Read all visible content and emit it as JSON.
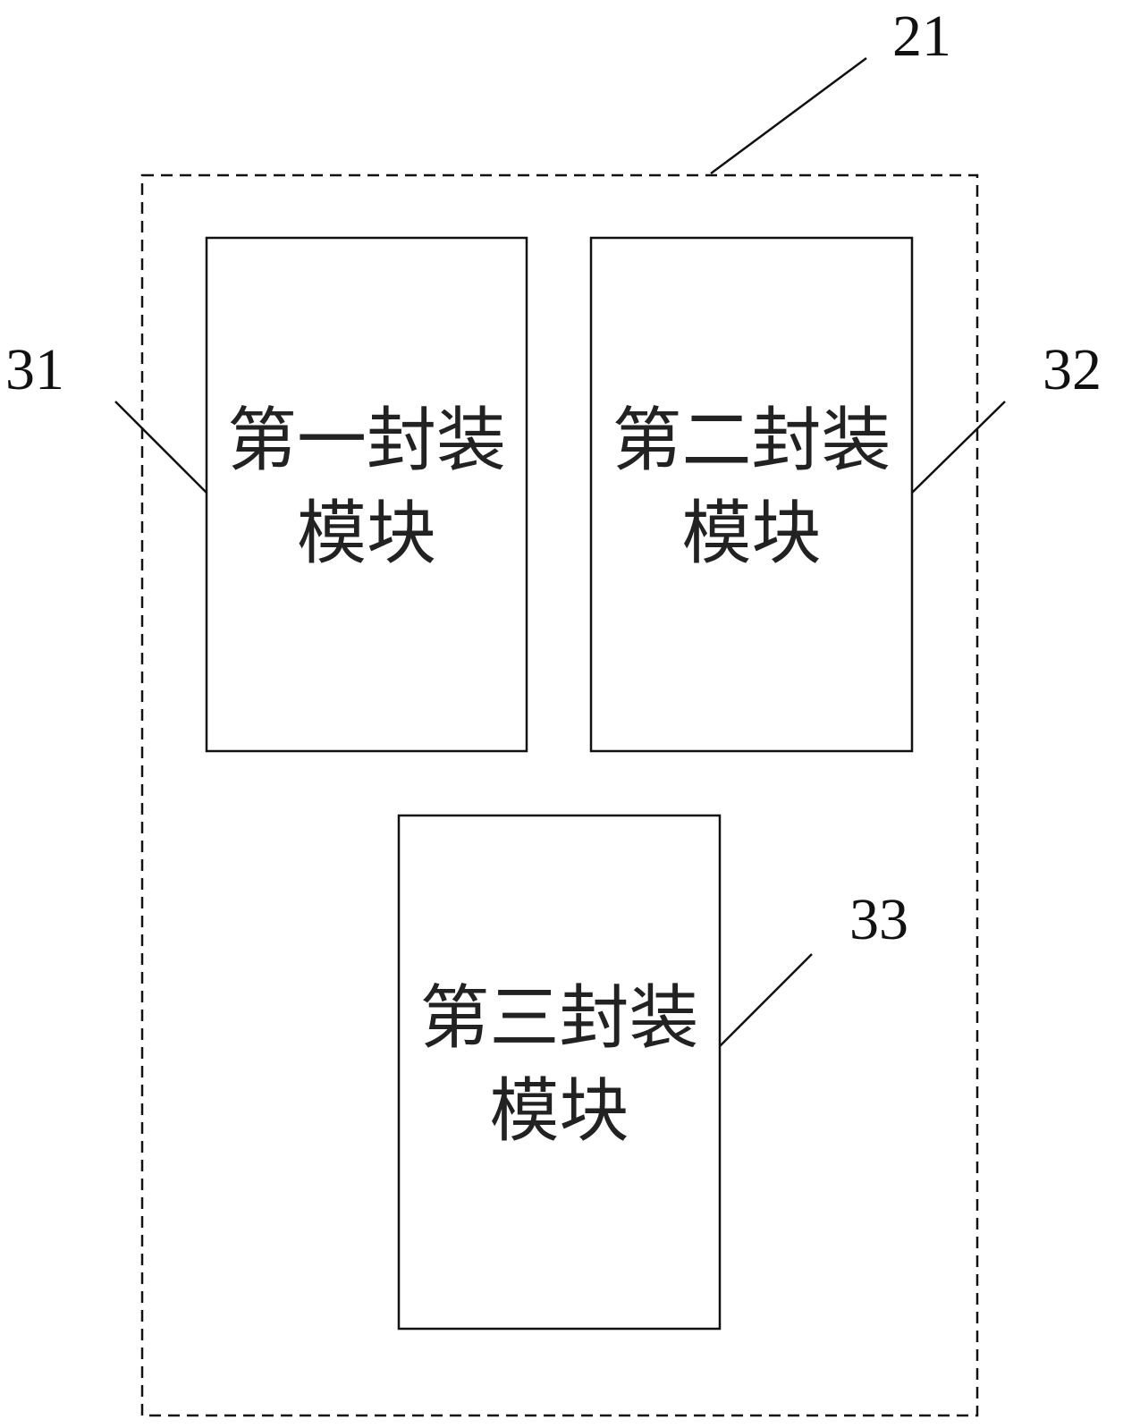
{
  "container": {
    "ref": "21"
  },
  "modules": [
    {
      "ref": "31",
      "line1": "第一封装",
      "line2": "模块"
    },
    {
      "ref": "32",
      "line1": "第二封装",
      "line2": "模块"
    },
    {
      "ref": "33",
      "line1": "第三封装",
      "line2": "模块"
    }
  ]
}
